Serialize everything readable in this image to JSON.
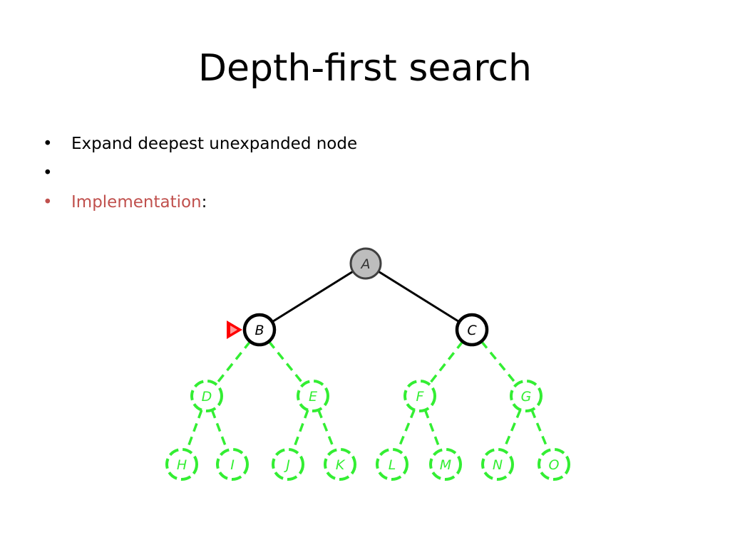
{
  "slide": {
    "title": "Depth-first search",
    "bullets": [
      {
        "text": "Expand deepest unexpanded node",
        "suffix": "",
        "color": "#000000"
      },
      {
        "text": "",
        "suffix": "",
        "color": "#000000"
      },
      {
        "text": "Implementation",
        "suffix": ":",
        "color": "#c0504d"
      }
    ]
  },
  "tree": {
    "colors": {
      "expanded_fill": "#bdbdbd",
      "expanded_stroke": "#404040",
      "frontier_stroke": "#000000",
      "unexplored_stroke": "#33ee33",
      "pointer": "#ff0000"
    },
    "nodes": [
      {
        "id": "A",
        "label": "A",
        "state": "expanded"
      },
      {
        "id": "B",
        "label": "B",
        "state": "frontier",
        "pointer": true
      },
      {
        "id": "C",
        "label": "C",
        "state": "frontier"
      },
      {
        "id": "D",
        "label": "D",
        "state": "unexplored"
      },
      {
        "id": "E",
        "label": "E",
        "state": "unexplored"
      },
      {
        "id": "F",
        "label": "F",
        "state": "unexplored"
      },
      {
        "id": "G",
        "label": "G",
        "state": "unexplored"
      },
      {
        "id": "H",
        "label": "H",
        "state": "unexplored"
      },
      {
        "id": "I",
        "label": "I",
        "state": "unexplored"
      },
      {
        "id": "J",
        "label": "J",
        "state": "unexplored"
      },
      {
        "id": "K",
        "label": "K",
        "state": "unexplored"
      },
      {
        "id": "L",
        "label": "L",
        "state": "unexplored"
      },
      {
        "id": "M",
        "label": "M",
        "state": "unexplored"
      },
      {
        "id": "N",
        "label": "N",
        "state": "unexplored"
      },
      {
        "id": "O",
        "label": "O",
        "state": "unexplored"
      }
    ],
    "edges": [
      {
        "from": "A",
        "to": "B",
        "state": "explored"
      },
      {
        "from": "A",
        "to": "C",
        "state": "explored"
      },
      {
        "from": "B",
        "to": "D",
        "state": "unexplored"
      },
      {
        "from": "B",
        "to": "E",
        "state": "unexplored"
      },
      {
        "from": "C",
        "to": "F",
        "state": "unexplored"
      },
      {
        "from": "C",
        "to": "G",
        "state": "unexplored"
      },
      {
        "from": "D",
        "to": "H",
        "state": "unexplored"
      },
      {
        "from": "D",
        "to": "I",
        "state": "unexplored"
      },
      {
        "from": "E",
        "to": "J",
        "state": "unexplored"
      },
      {
        "from": "E",
        "to": "K",
        "state": "unexplored"
      },
      {
        "from": "F",
        "to": "L",
        "state": "unexplored"
      },
      {
        "from": "F",
        "to": "M",
        "state": "unexplored"
      },
      {
        "from": "G",
        "to": "N",
        "state": "unexplored"
      },
      {
        "from": "G",
        "to": "O",
        "state": "unexplored"
      }
    ]
  }
}
